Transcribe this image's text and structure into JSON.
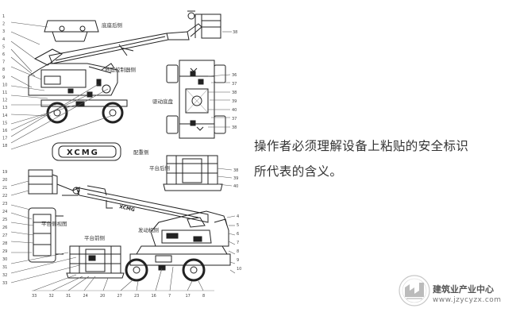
{
  "caption": {
    "line1": "操作者必须理解设备上粘贴的安全标识",
    "line2": "所代表的含义。"
  },
  "labels": {
    "chassis_rear": "底座后侧",
    "ground_control_box": "地面控制器侧",
    "drive_chassis": "驱动底盘",
    "counterweight_side": "配重侧",
    "platform_rear": "平台后侧",
    "platform_side": "平台侧视图",
    "platform_front": "平台前侧",
    "engine_side": "发动机侧",
    "brand_mark": "XCMG",
    "boom_text": "XCMG"
  },
  "callouts": {
    "left_top": [
      "1",
      "2",
      "3",
      "4",
      "5",
      "6",
      "7",
      "8",
      "9",
      "10",
      "11",
      "12",
      "13",
      "14",
      "15",
      "16",
      "17",
      "18"
    ],
    "left_bottom": [
      "19",
      "20",
      "21",
      "22",
      "23",
      "24",
      "25",
      "26",
      "27",
      "28",
      "29",
      "30",
      "31",
      "32",
      "33"
    ],
    "bottom_row": [
      "33",
      "32",
      "31",
      "24",
      "20",
      "27",
      "23",
      "16",
      "7",
      "17",
      "8"
    ],
    "chassis_right": [
      "36",
      "37",
      "38",
      "39",
      "40",
      "37",
      "38"
    ],
    "top_right": "38",
    "platform_rear_right": [
      "38",
      "39",
      "40"
    ],
    "engine_right": [
      "4",
      "5",
      "6",
      "7",
      "8",
      "9",
      "10"
    ]
  },
  "watermark": {
    "name": "建筑业产业中心",
    "url": "www.jzycyzx.com"
  }
}
